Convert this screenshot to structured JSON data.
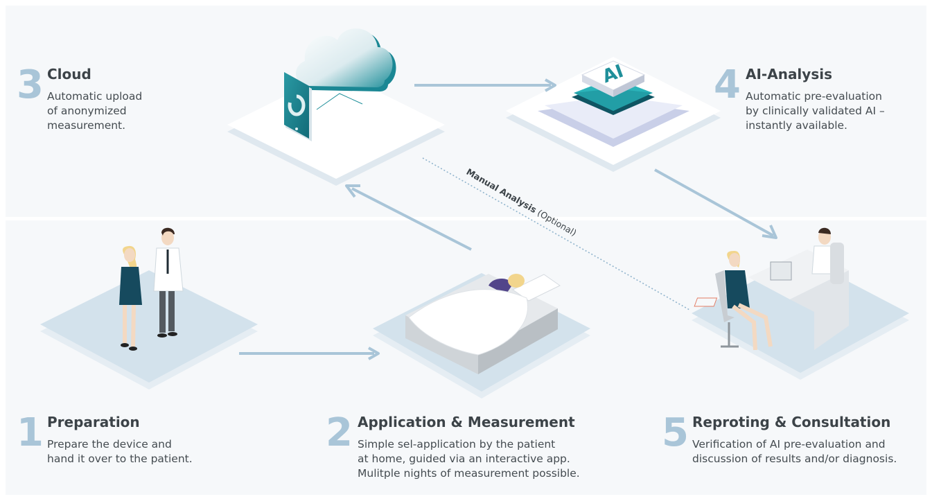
{
  "steps": [
    {
      "number": "1",
      "title": "Preparation",
      "description": "Prepare the device and\nhand it over to the patient."
    },
    {
      "number": "2",
      "title": "Application & Measurement",
      "description": "Simple sel-application by the patient\nat home, guided via an interactive app.\nMulitple nights of measurement possible."
    },
    {
      "number": "3",
      "title": "Cloud",
      "description": "Automatic upload\nof anonymized\nmeasurement."
    },
    {
      "number": "4",
      "title": "AI-Analysis",
      "description": "Automatic pre-evaluation\nby clinically validated AI –\ninstantly available."
    },
    {
      "number": "5",
      "title": "Reproting & Consultation",
      "description": "Verification of AI pre-evaluation and\ndiscussion of results and/or diagnosis."
    }
  ],
  "manual_analysis": {
    "label": "Manual Analysis",
    "note": "(Optional)"
  },
  "ai_chip_text": "AI",
  "colors": {
    "panel": "#f6f8fa",
    "arrow": "#a9c5d8",
    "number": "#a9c5d8",
    "platform": "#d9e6f0",
    "teal": "#1f8f9a",
    "text": "#3c4348"
  },
  "icons": [
    "cloud-icon",
    "smartphone-icon",
    "ai-chip-icon",
    "people-icon",
    "bed-icon",
    "doctor-desk-icon"
  ]
}
